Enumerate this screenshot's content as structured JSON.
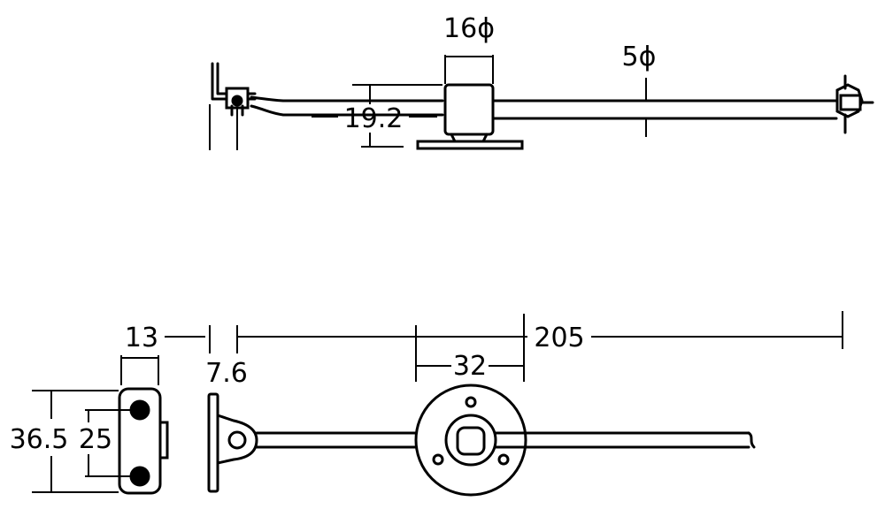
{
  "dimensions": {
    "shaft_dia": "5ϕ",
    "boss_dia": "16ϕ",
    "height": "19.2",
    "total_length": "205",
    "pcd": "32",
    "clearance": "7.6",
    "bracket_width": "13",
    "bracket_height": "36.5",
    "hole_pitch": "25"
  }
}
